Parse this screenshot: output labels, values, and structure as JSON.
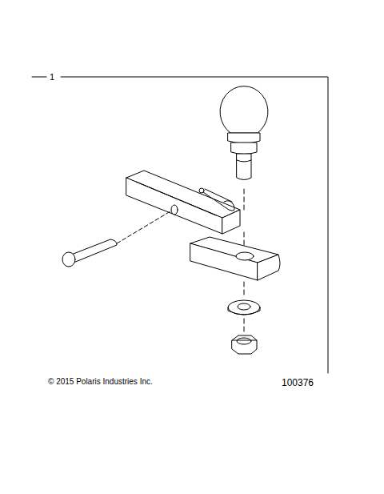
{
  "diagram": {
    "labels": [
      "1",
      "© 2015 Polaris Industries Inc.",
      "100376"
    ]
  }
}
